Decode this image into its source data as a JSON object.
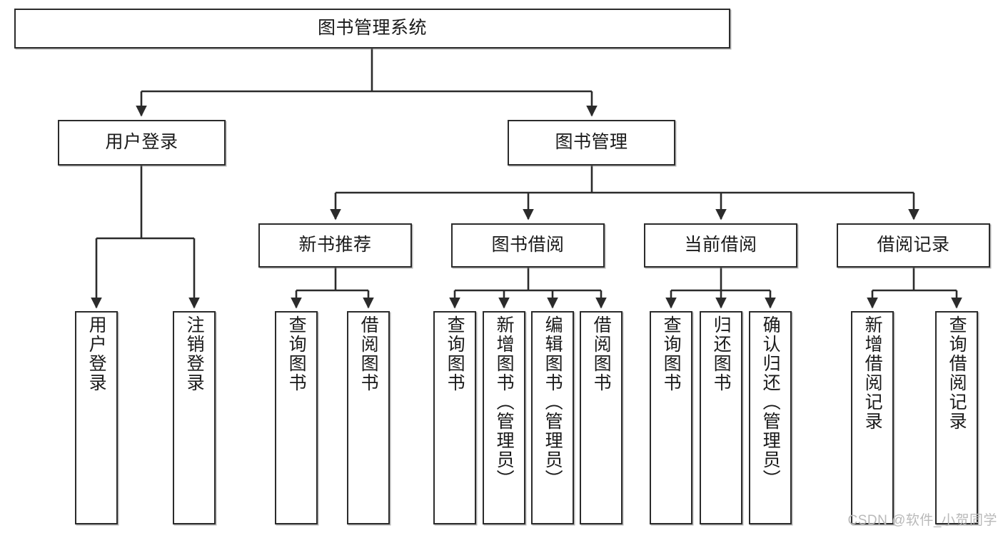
{
  "diagram": {
    "title": "图书管理系统",
    "type": "tree-hierarchy",
    "watermark": "CSDN @软件_小贺同学",
    "line_color": "#2b2b2b",
    "box_fill": "#ffffff",
    "text_color": "#1a1a1a",
    "root": {
      "id": "root",
      "label": "图书管理系统"
    },
    "level2": [
      {
        "id": "user-login",
        "label": "用户登录"
      },
      {
        "id": "book-manage",
        "label": "图书管理"
      }
    ],
    "level3": [
      {
        "id": "new-book-rec",
        "label": "新书推荐",
        "parent": "book-manage"
      },
      {
        "id": "book-borrow",
        "label": "图书借阅",
        "parent": "book-manage"
      },
      {
        "id": "current-borrow",
        "label": "当前借阅",
        "parent": "book-manage"
      },
      {
        "id": "borrow-record",
        "label": "借阅记录",
        "parent": "book-manage"
      }
    ],
    "leaves": [
      {
        "id": "leaf-user-login",
        "label": "用户登录",
        "parent": "user-login"
      },
      {
        "id": "leaf-logout",
        "label": "注销登录",
        "parent": "user-login"
      },
      {
        "id": "leaf-query-book-1",
        "label": "查询图书",
        "parent": "new-book-rec"
      },
      {
        "id": "leaf-borrow-book-1",
        "label": "借阅图书",
        "parent": "new-book-rec"
      },
      {
        "id": "leaf-query-book-2",
        "label": "查询图书",
        "parent": "book-borrow"
      },
      {
        "id": "leaf-add-book",
        "label": "新增图书（管理员）",
        "parent": "book-borrow"
      },
      {
        "id": "leaf-edit-book",
        "label": "编辑图书（管理员）",
        "parent": "book-borrow"
      },
      {
        "id": "leaf-borrow-book-2",
        "label": "借阅图书",
        "parent": "book-borrow"
      },
      {
        "id": "leaf-query-book-3",
        "label": "查询图书",
        "parent": "current-borrow"
      },
      {
        "id": "leaf-return-book",
        "label": "归还图书",
        "parent": "current-borrow"
      },
      {
        "id": "leaf-confirm-return",
        "label": "确认归还（管理员）",
        "parent": "current-borrow"
      },
      {
        "id": "leaf-add-record",
        "label": "新增借阅记录",
        "parent": "borrow-record"
      },
      {
        "id": "leaf-query-record",
        "label": "查询借阅记录",
        "parent": "borrow-record"
      }
    ]
  }
}
